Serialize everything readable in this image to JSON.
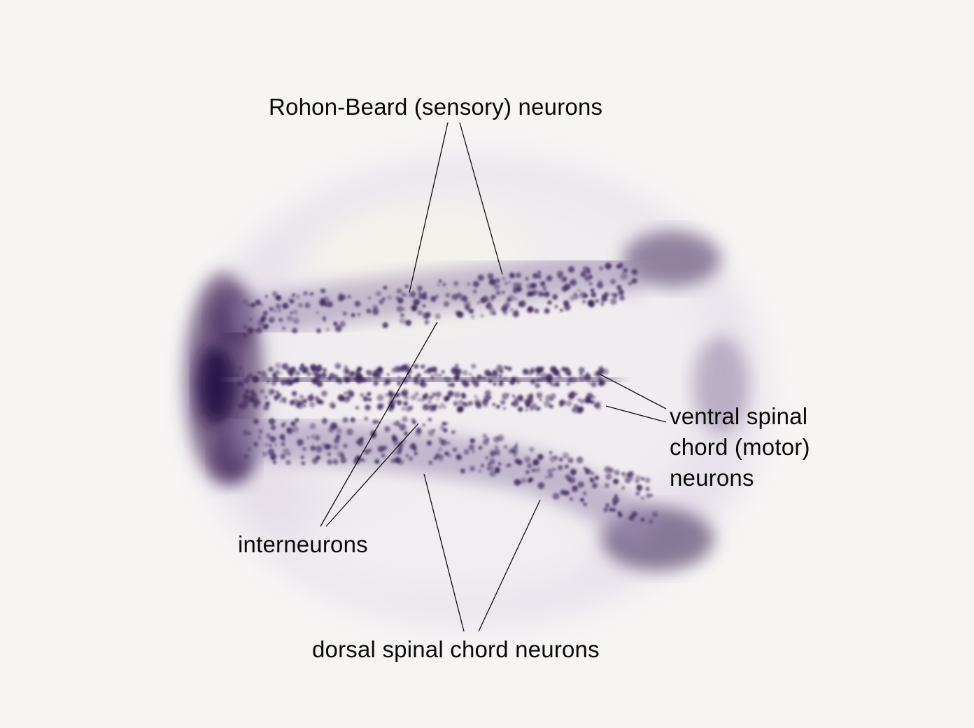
{
  "labels": {
    "rohon_beard": "Rohon-Beard (sensory) neurons",
    "ventral": "ventral spinal\nchord (motor)\nneurons",
    "interneurons": "interneurons",
    "dorsal": "dorsal spinal chord neurons"
  },
  "colors": {
    "background": "#f7f5f4",
    "embryo_body": "#ece6ee",
    "stain": "#3a2358",
    "leader_line": "#111111"
  }
}
